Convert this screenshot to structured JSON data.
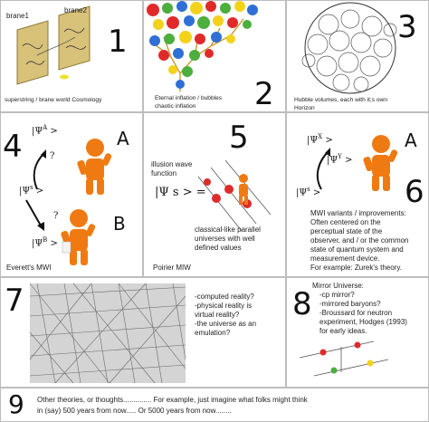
{
  "panel1": {
    "number": "1",
    "brane1": "brane1",
    "brane2": "brane2",
    "caption": "superstring / brane world Cosmology"
  },
  "panel2": {
    "number": "2",
    "caption_line1": "Eternal inflation / bubbles",
    "caption_line2": "chaotic inflation"
  },
  "panel3": {
    "number": "3",
    "caption_line1": "Hubble volumes, each with it;s own",
    "caption_line2": "Horizon"
  },
  "panel4": {
    "number": "4",
    "psi": "|Ψ",
    "sup_a": "A",
    "sup_s": "s",
    "sup_b": "B",
    "gt": ">",
    "q": "?",
    "letter_a": "A",
    "letter_b": "B",
    "caption": "Everett's MWI"
  },
  "panel5": {
    "number": "5",
    "illusion_line1": "illusion wave",
    "illusion_line2": "function",
    "psi_eq": "|Ψ s > =",
    "classical_line1": "classical-like parallel",
    "classical_line2": "universes with well",
    "classical_line3": "defined values",
    "caption": "Poirier  MIW"
  },
  "panel6": {
    "number": "6",
    "psi_x": "|Ψ",
    "sup_x": "X",
    "sup_y": "Y",
    "sup_s": "s",
    "gt": ">",
    "letter_a": "A",
    "text_line1": "MWI variants / improvements:",
    "text_line2": "Often centered on the",
    "text_line3": "perceptual state of the",
    "text_line4": "observer, and / or the common",
    "text_line5": "state of quantum system and",
    "text_line6": "measurement device.",
    "text_line7": "For example: Zurek's theory."
  },
  "panel7": {
    "number": "7",
    "line1": "-computed reality?",
    "line2": "-physical reality is",
    "line3": "virtual reality?",
    "line4": "-the universe as an",
    "line5": "emulation?"
  },
  "panel8": {
    "number": "8",
    "line1": "Mirror Universe:",
    "line2": "-cp mirror?",
    "line3": "-mirrored baryons?",
    "line4": "-Broussard for neutron",
    "line5": "experiment, Hodges (1993)",
    "line6": "for early ideas."
  },
  "panel9": {
    "number": "9",
    "line1": "Other theories, or thoughts.............. For example, just imagine what folks might think",
    "line2": "in (say) 500 years from now..... Or 5000 years from now........"
  },
  "colors": {
    "figure_orange": "#f07a12",
    "bubble_red": "#e02a2a",
    "bubble_yellow": "#f2d21b",
    "bubble_green": "#4cae3c",
    "bubble_blue": "#2f6fd6",
    "brane_fill": "#d9c17a"
  }
}
